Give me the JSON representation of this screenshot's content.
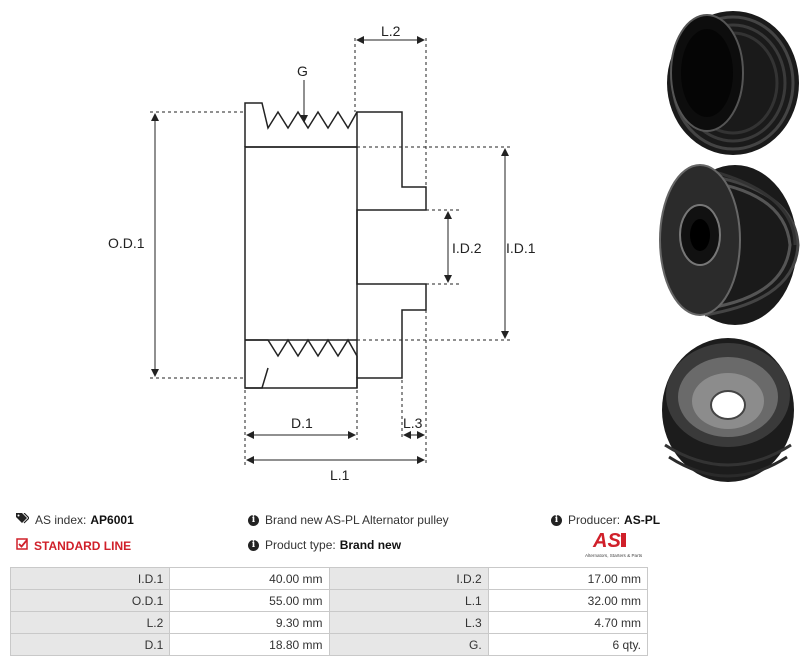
{
  "drawing": {
    "labels": {
      "g": "G",
      "l2": "L.2",
      "od1": "O.D.1",
      "id2": "I.D.2",
      "id1": "I.D.1",
      "d1": "D.1",
      "l3": "L.3",
      "l1": "L.1"
    }
  },
  "photos": [
    {
      "name": "pulley-front-photo"
    },
    {
      "name": "pulley-side-photo"
    },
    {
      "name": "pulley-back-photo"
    }
  ],
  "info": {
    "as_index_label": "AS index:",
    "as_index_value": "AP6001",
    "standard_line": "STANDARD LINE",
    "description": "Brand new AS-PL Alternator pulley",
    "product_type_label": "Product type:",
    "product_type_value": "Brand new",
    "producer_label": "Producer:",
    "producer_value": "AS-PL",
    "logo_text": "AS",
    "logo_subtext": "Alternators, Starters & Parts"
  },
  "colors": {
    "accent_red": "#d0202a",
    "key_cell_bg": "#e7e7e7"
  },
  "specs": [
    {
      "k1": "I.D.1",
      "v1": "40.00 mm",
      "k2": "I.D.2",
      "v2": "17.00 mm"
    },
    {
      "k1": "O.D.1",
      "v1": "55.00 mm",
      "k2": "L.1",
      "v2": "32.00 mm"
    },
    {
      "k1": "L.2",
      "v1": "9.30 mm",
      "k2": "L.3",
      "v2": "4.70 mm"
    },
    {
      "k1": "D.1",
      "v1": "18.80 mm",
      "k2": "G.",
      "v2": "6 qty."
    }
  ]
}
